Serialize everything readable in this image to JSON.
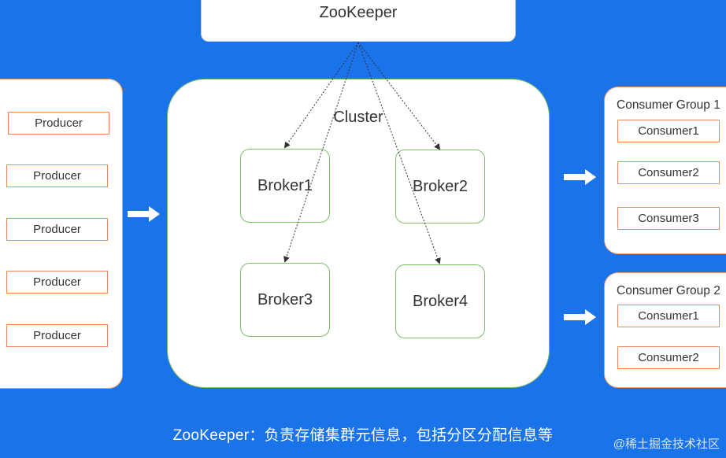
{
  "zookeeper": {
    "label": "ZooKeeper"
  },
  "producers": [
    "Producer",
    "Producer",
    "Producer",
    "Producer",
    "Producer"
  ],
  "cluster": {
    "label": "Cluster",
    "brokers": [
      "Broker1",
      "Broker2",
      "Broker3",
      "Broker4"
    ]
  },
  "consumer_groups": [
    {
      "title": "Consumer Group 1",
      "consumers": [
        "Consumer1",
        "Consumer2",
        "Consumer3"
      ]
    },
    {
      "title": "Consumer Group 2",
      "consumers": [
        "Consumer1",
        "Consumer2"
      ]
    }
  ],
  "caption": "ZooKeeper：负责存储集群元信息，包括分区分配信息等",
  "watermark": "@稀土掘金技术社区",
  "colors": {
    "background": "#1a73e8",
    "producer_border": "#ee8a55",
    "broker_border": "#7dbf6a"
  }
}
